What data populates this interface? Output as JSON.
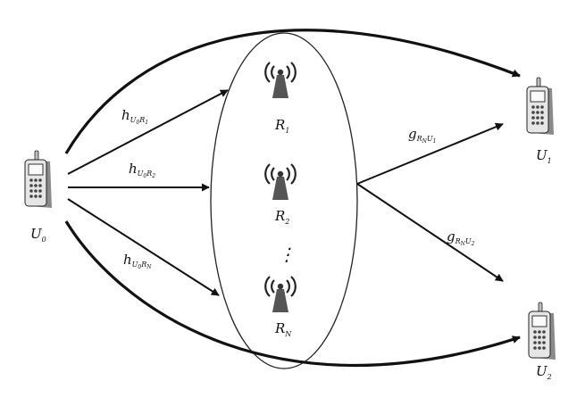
{
  "nodes": {
    "source": {
      "base": "U",
      "sub": "0"
    },
    "dest1": {
      "base": "U",
      "sub": "1"
    },
    "dest2": {
      "base": "U",
      "sub": "2"
    },
    "relay1": {
      "base": "R",
      "sub": "1"
    },
    "relay2": {
      "base": "R",
      "sub": "2"
    },
    "relayN": {
      "base": "R",
      "sub": "N"
    },
    "ellipsis": "⋮"
  },
  "channels": {
    "h1": {
      "base": "h",
      "sub": "U",
      "subsub": "0",
      "sub2": "R",
      "sub2sub": "1"
    },
    "h2": {
      "base": "h",
      "sub": "U",
      "subsub": "0",
      "sub2": "R",
      "sub2sub": "2"
    },
    "hN": {
      "base": "h",
      "sub": "U",
      "subsub": "0",
      "sub2": "R",
      "sub2sub": "N"
    },
    "g1": {
      "base": "g",
      "sub": "R",
      "subsub": "N",
      "sub2": "U",
      "sub2sub": "1"
    },
    "g2": {
      "base": "g",
      "sub": "R",
      "subsub": "N",
      "sub2": "U",
      "sub2sub": "2"
    }
  },
  "colors": {
    "ink": "#111111",
    "phone_body": "#e6e6e6",
    "phone_shade": "#8a8a8a",
    "tower": "#555555"
  },
  "icons": {
    "phone": "mobile-phone-icon",
    "relay": "antenna-tower-icon"
  }
}
